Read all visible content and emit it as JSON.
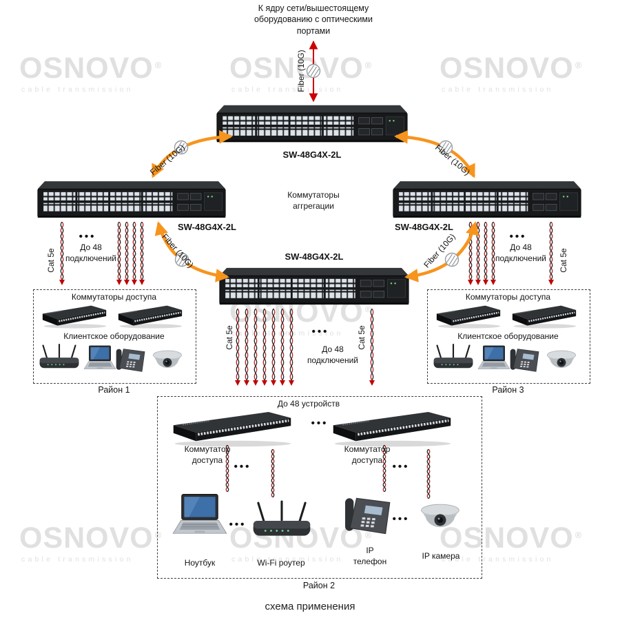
{
  "watermark": {
    "brand": "OSNOVO",
    "reg": "®",
    "tagline": "cable transmission"
  },
  "header": {
    "lines": [
      "К ядру сети/вышестоящему",
      "оборудованию с оптическими",
      "портами"
    ]
  },
  "labels": {
    "fiber": "Fiber (10G)",
    "cat5e": "Cat 5e",
    "up_to_48_connections": "До 48 подключений",
    "dots": "•••",
    "aggregation": "Коммутаторы аггрегации",
    "switch_model": "SW-48G4X-2L",
    "caption": "схема применения"
  },
  "districts": {
    "d1": {
      "title": "Район 1",
      "access": "Коммутаторы доступа",
      "client": "Клиентское оборудование"
    },
    "d3": {
      "title": "Район 3",
      "access": "Коммутаторы доступа",
      "client": "Клиентское оборудование"
    },
    "d2": {
      "title": "Район 2",
      "devices_limit": "До 48 устройств",
      "access_switch": "Коммутатор доступа",
      "laptop": "Ноутбук",
      "wifi_router": "Wi-Fi роутер",
      "ip_phone": "IP телефон",
      "ip_camera": "IP камера"
    }
  },
  "colors": {
    "fiber": "#f7941d",
    "cat": "#c00000",
    "watermark": "#e0e0e0"
  }
}
